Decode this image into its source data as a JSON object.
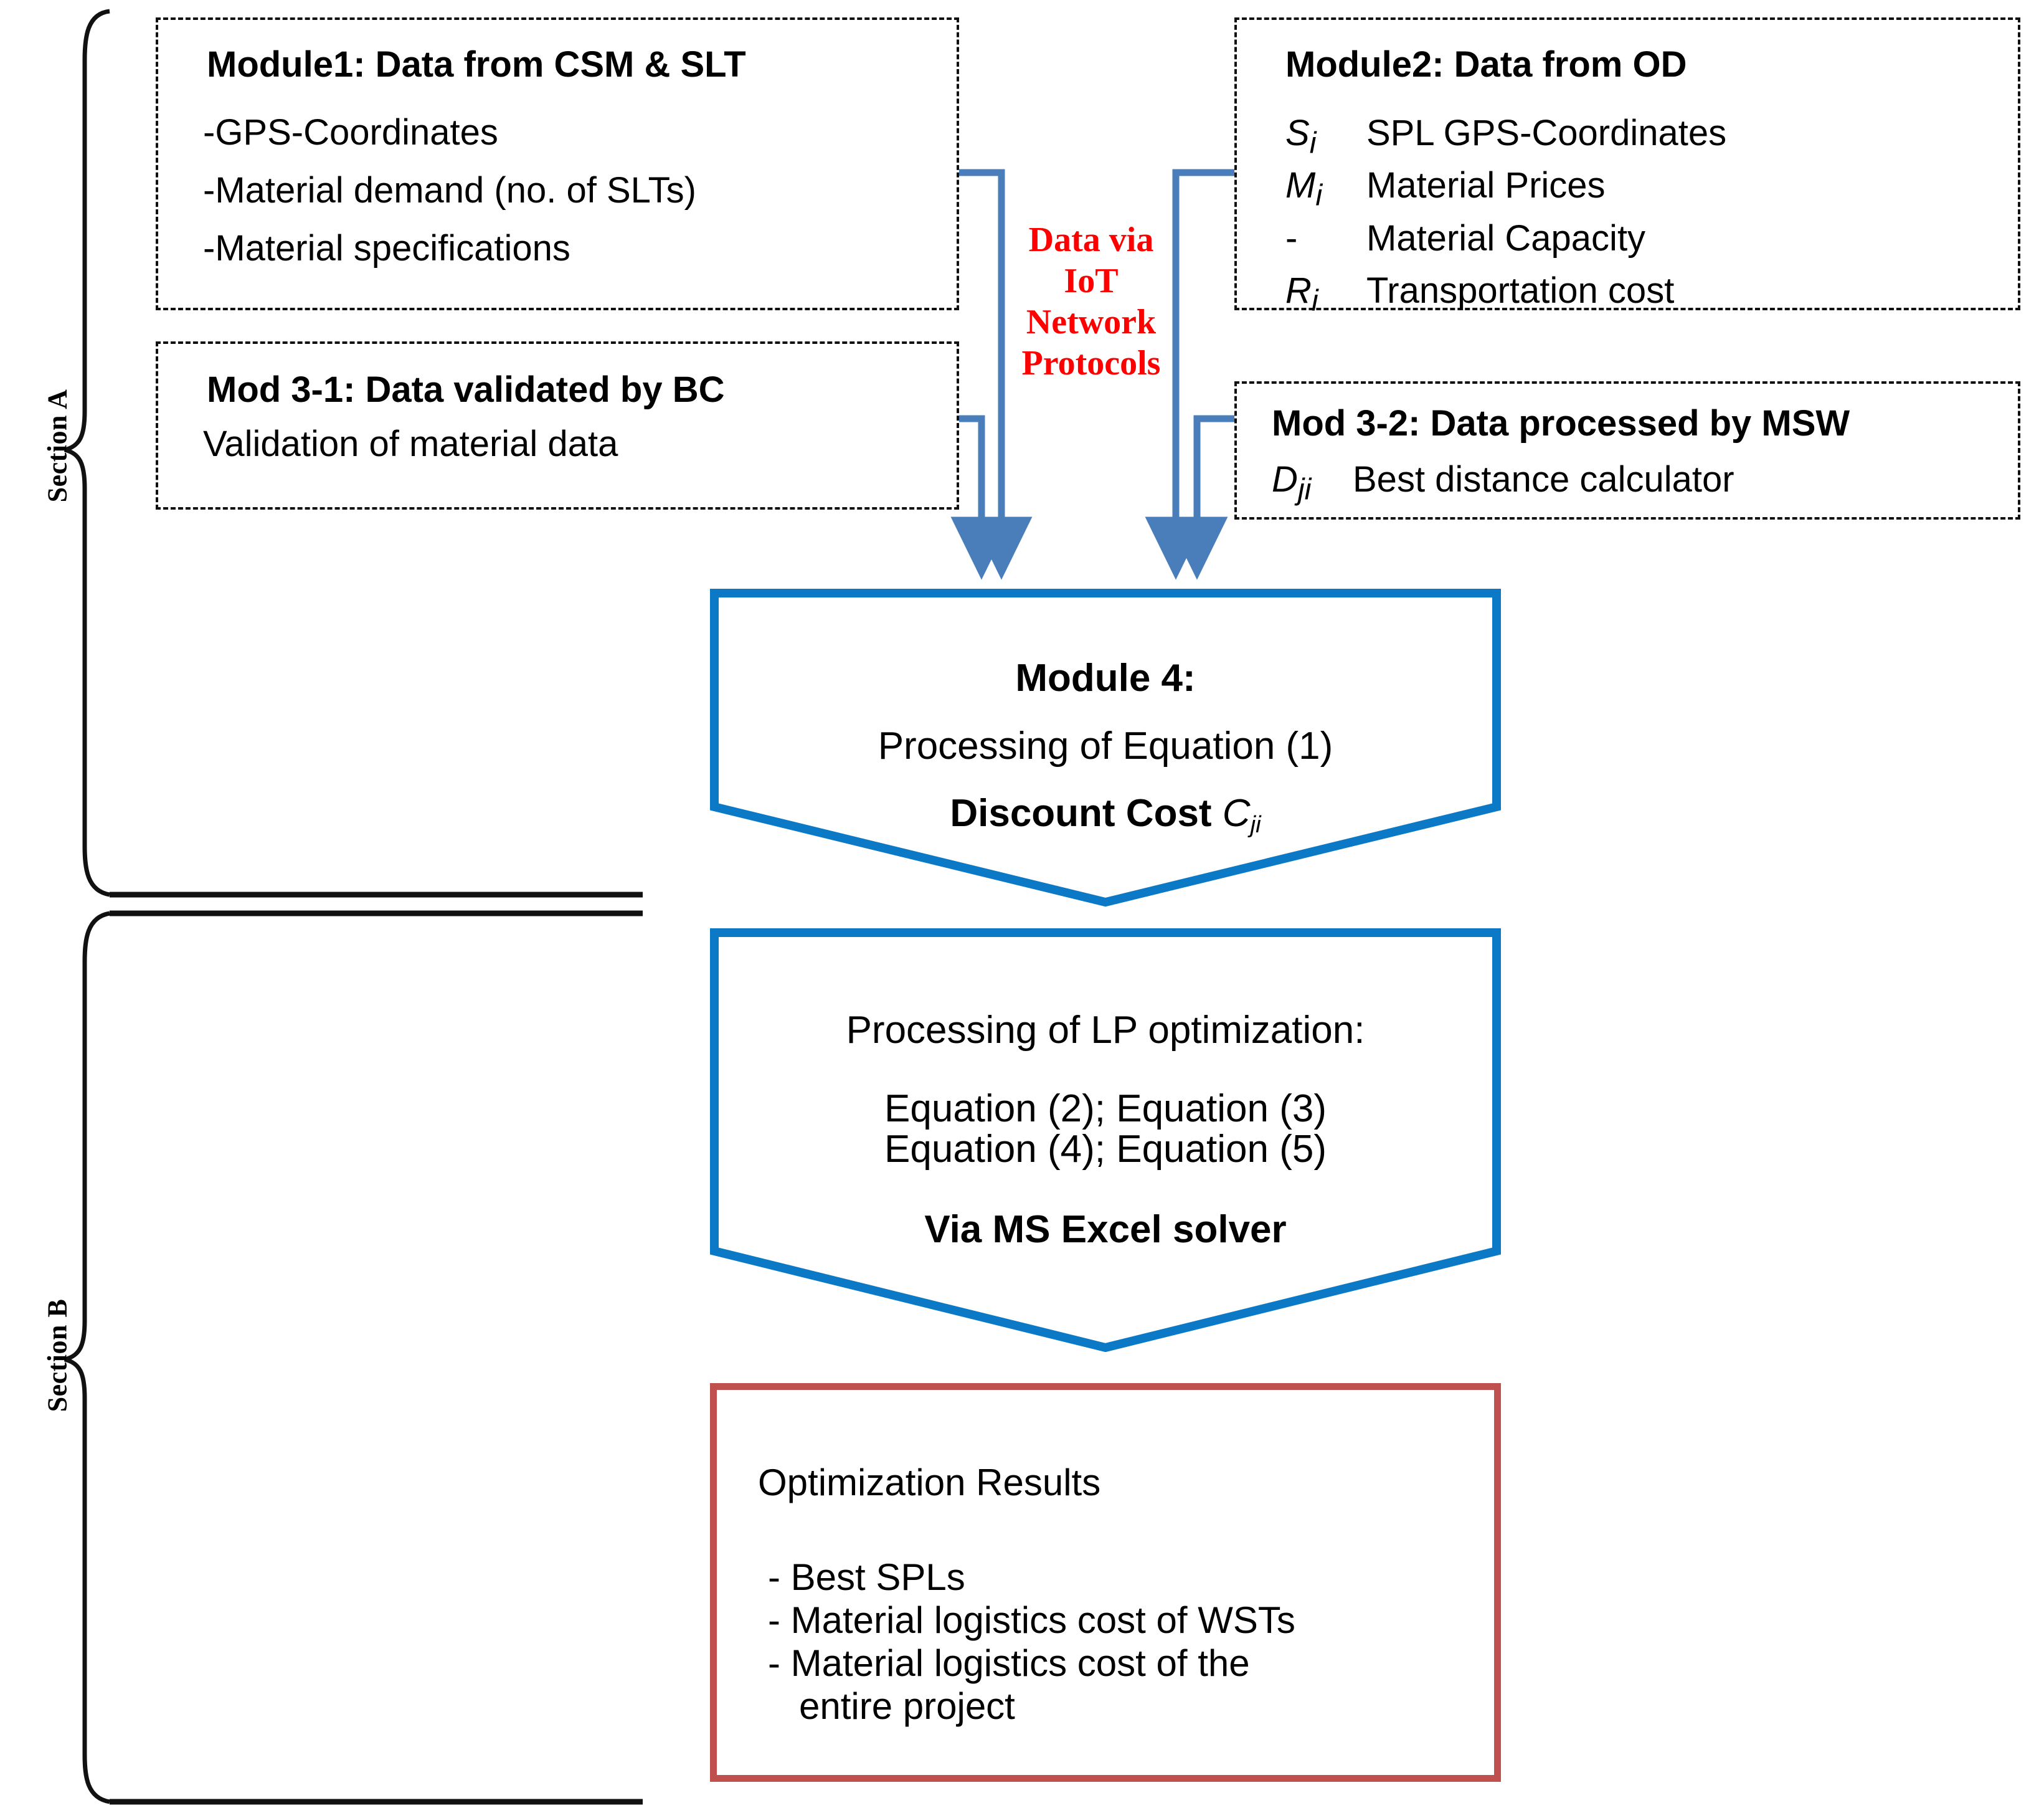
{
  "figure": {
    "title": "IoT-enabled material logistics optimization framework",
    "colors": {
      "blue_shape": "#0B79C6",
      "blue_arrow": "#4A7EBB",
      "red_box": "#C0504D",
      "red_text": "#FF0000",
      "outline": "#101010"
    }
  },
  "sections": {
    "a_label": "Section A",
    "b_label": "Section B"
  },
  "module1": {
    "title": "Module1: Data from CSM & SLT",
    "lines": [
      "-GPS-Coordinates",
      "-Material demand (no. of SLTs)",
      "-Material specifications"
    ]
  },
  "module2": {
    "title": "Module2: Data from OD",
    "rows": [
      {
        "symbol": "S",
        "subscript": "i",
        "text": "SPL GPS-Coordinates"
      },
      {
        "symbol": "M",
        "subscript": "i",
        "text": "Material Prices"
      },
      {
        "symbol": "-",
        "subscript": "",
        "text": "Material Capacity"
      },
      {
        "symbol": "R",
        "subscript": "i",
        "text": "Transportation cost"
      }
    ]
  },
  "module3_1": {
    "title": "Mod 3-1: Data validated by BC",
    "line": "Validation of material data"
  },
  "module3_2": {
    "title": "Mod 3-2: Data processed by MSW",
    "rows": [
      {
        "symbol": "D",
        "subscript": "ji",
        "text": "Best distance calculator"
      }
    ]
  },
  "iot_label": {
    "lines": [
      "Data via",
      "IoT",
      "Network",
      "Protocols"
    ]
  },
  "module4": {
    "title": "Module 4:",
    "line1": "Processing of Equation (1)",
    "line2_prefix": "Discount Cost ",
    "line2_symbol": "C",
    "line2_subscript": "ji"
  },
  "lp_box": {
    "heading": "Processing of LP optimization:",
    "equations_line1": "Equation (2); Equation (3)",
    "equations_line2": "Equation (4); Equation (5)",
    "footer": "Via MS Excel solver"
  },
  "results": {
    "title": "Optimization Results",
    "items": [
      "- Best SPLs",
      "- Material logistics cost of WSTs",
      "- Material logistics cost of the",
      "   entire project"
    ]
  }
}
